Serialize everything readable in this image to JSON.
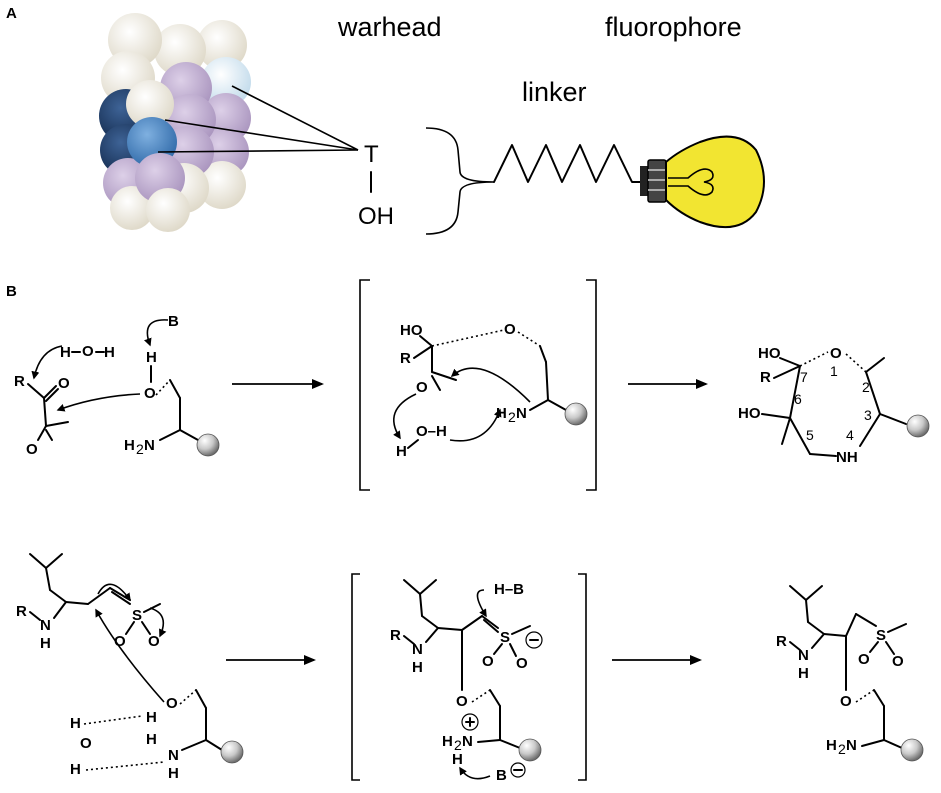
{
  "panels": {
    "a": "A",
    "b": "B"
  },
  "probe": {
    "warhead": "warhead",
    "fluorophore": "fluorophore",
    "linker": "linker",
    "threonine": "T",
    "hydroxyl": "OH"
  },
  "mech1": {
    "s1": {
      "b": "B",
      "h_top": "H",
      "o_alc": "O",
      "h2o_h1": "H",
      "h2o_o": "O",
      "h2o_h2": "H",
      "r": "R",
      "o_ket": "O",
      "o_epox": "O",
      "h2n": "H",
      "h2n_n": "2",
      "h2n_tail": "N"
    },
    "s2": {
      "ho": "HO",
      "r": "R",
      "o_ring": "O",
      "o_epox": "O",
      "h2n": "H",
      "h2n_n": "2",
      "h2n_tail": "N",
      "oh_o": "O–H",
      "oh_h": "H"
    },
    "s3": {
      "ho_top": "HO",
      "r": "R",
      "o1": "O",
      "ho_mid": "HO",
      "nh": "NH",
      "n1": "1",
      "n2": "2",
      "n3": "3",
      "n4": "4",
      "n5": "5",
      "n6": "6",
      "n7": "7"
    }
  },
  "mech2": {
    "s1": {
      "r": "R",
      "nh_n": "N",
      "nh_h": "H",
      "s": "S",
      "o1": "O",
      "o2": "O",
      "o_alc": "O",
      "h_oh": "H",
      "h2o_h1": "H",
      "h2o_o": "O",
      "h2o_h2": "H",
      "h_n": "H",
      "n": "N",
      "h_n2": "H"
    },
    "s2": {
      "hb": "H–B",
      "r": "R",
      "nh_n": "N",
      "nh_h": "H",
      "s": "S",
      "o1": "O",
      "o_neg": "O",
      "o_ether": "O",
      "h2n": "H",
      "h2n_n": "2",
      "h2n_tail": "N",
      "h_nplus": "H",
      "b": "B"
    },
    "s3": {
      "r": "R",
      "nh_n": "N",
      "nh_h": "H",
      "s": "S",
      "o1": "O",
      "o2": "O",
      "o_ether": "O",
      "h2n": "H",
      "h2n_n": "2",
      "h2n_tail": "N"
    }
  },
  "colors": {
    "cream": "#f1ede2",
    "lavender": "#c3b2d3",
    "ice": "#dcebf3",
    "navy": "#1e3b66",
    "blue": "#4a86c8",
    "bulb": "#f2e531",
    "sphere": "#bdbdbd"
  }
}
